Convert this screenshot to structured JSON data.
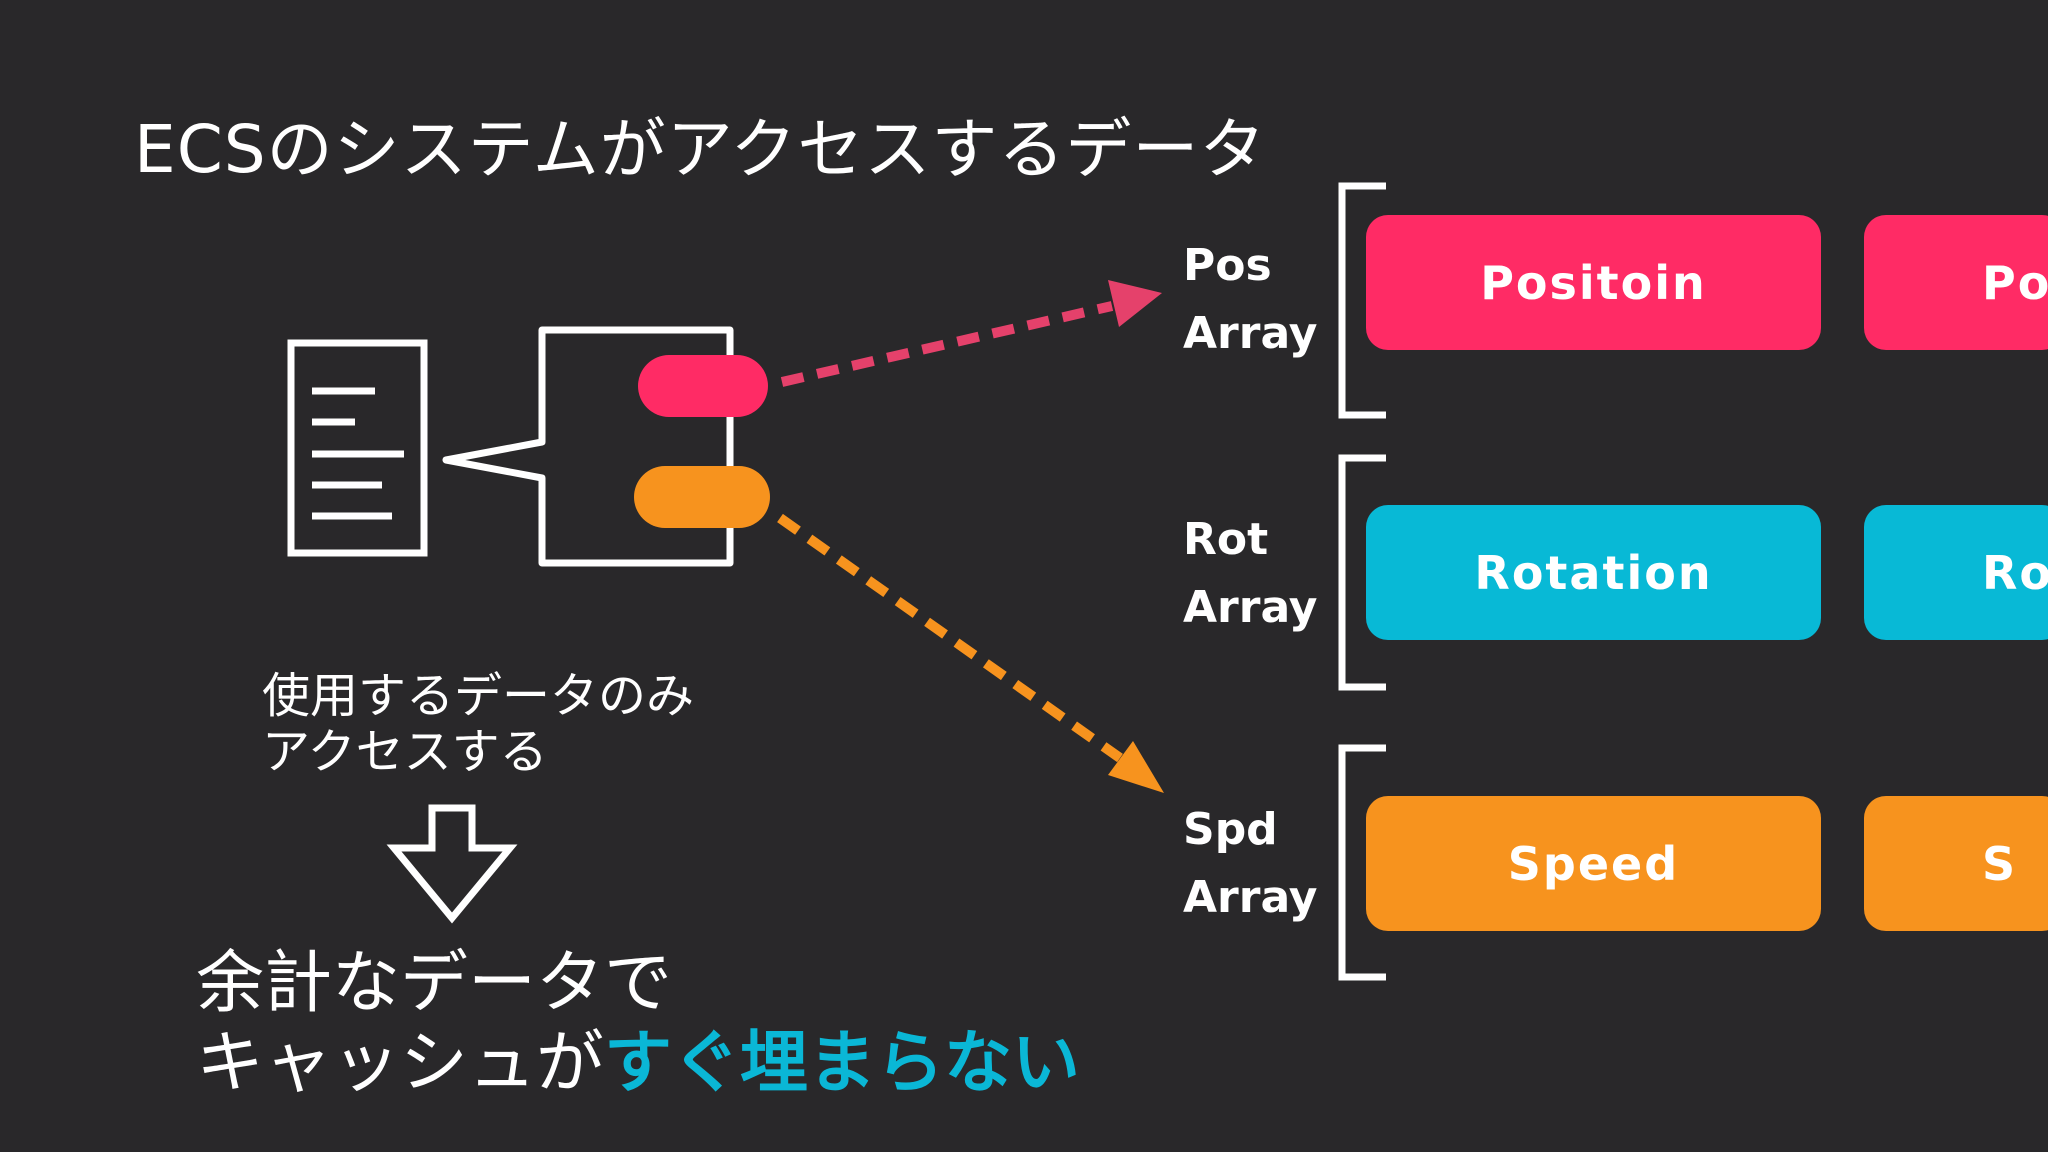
{
  "title": "ECSのシステムがアクセスするデータ",
  "colors": {
    "background": "#29282a",
    "position": "#ff2b65",
    "rotation": "#08b9d6",
    "speed": "#f7931e",
    "accent_text": "#0ab7d6",
    "outline": "#ffffff"
  },
  "arrays": [
    {
      "label_line1": "Pos",
      "label_line2": "Array",
      "block_label": "Positoin",
      "block_label_partial": "Po",
      "color": "#ff2b65"
    },
    {
      "label_line1": "Rot",
      "label_line2": "Array",
      "block_label": "Rotation",
      "block_label_partial": "Ro",
      "color": "#08b9d6"
    },
    {
      "label_line1": "Spd",
      "label_line2": "Array",
      "block_label": "Speed",
      "block_label_partial": "S",
      "color": "#f7931e"
    }
  ],
  "note": {
    "line1": "使用するデータのみ",
    "line2": "アクセスする"
  },
  "conclusion": {
    "line1": "余計なデータで",
    "line2_prefix": "キャッシュが",
    "line2_highlight": "すぐ埋まらない"
  },
  "icons": {
    "document": "document-icon",
    "callout": "speech-bubble-icon",
    "down_arrow": "down-arrow-icon"
  }
}
